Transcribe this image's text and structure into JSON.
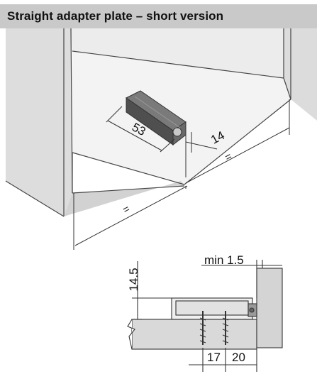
{
  "header": {
    "title": "Straight adapter plate – short version"
  },
  "dimensions": {
    "length": "53",
    "inset": "14",
    "equal_front": "=",
    "equal_side": "=",
    "height": "14.5",
    "clearance": "min 1.5",
    "screw_offset": "17",
    "plate_offset": "20"
  },
  "colors": {
    "header_bg": "#c9c9c9",
    "cabinet_fill": "#e4e4e4",
    "cabinet_inner": "#ececec",
    "line": "#333333",
    "device_body": "#5a5a5a"
  }
}
